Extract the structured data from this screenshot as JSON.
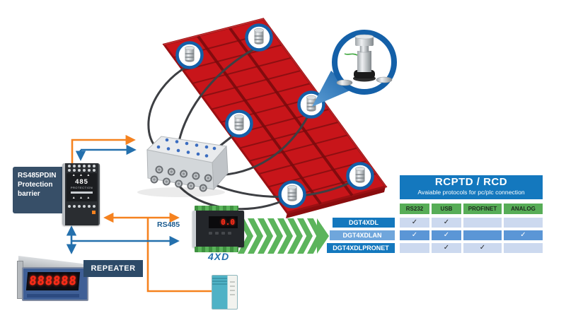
{
  "colors": {
    "accent_orange": "#f5821f",
    "accent_blue": "#2470ad",
    "badge_ring_blue": "#1460a8",
    "platform_red": "#c8151a",
    "chevron_green": "#5cb45c",
    "table_header_blue": "#1478be",
    "table_green": "#57ad57",
    "row_light": "#ccd9ef",
    "row_mid": "#5b96d6",
    "callout_slate": "#374f68"
  },
  "callout": {
    "line1": "RS485PDIN",
    "line2": "Protection",
    "line3": "barrier"
  },
  "barrier": {
    "model": "485",
    "sub": "PROTECTION",
    "marks": "▲ ▲ ▲"
  },
  "bus": {
    "label": "RS485"
  },
  "repeater": {
    "label": "REPEATER",
    "display": "888888"
  },
  "indicator": {
    "display": "0.0",
    "label": "4XD"
  },
  "table": {
    "title": "RCPTD / RCD",
    "subtitle": "Avaiable protocols for pc/plc connection",
    "columns": [
      "RS232",
      "USB",
      "PROFINET",
      "ANALOG"
    ],
    "rows": [
      {
        "label": "DGT4XDL",
        "checks": [
          "✓",
          "✓",
          "",
          ""
        ]
      },
      {
        "label": "DGT4XDLAN",
        "checks": [
          "✓",
          "✓",
          "",
          "✓"
        ]
      },
      {
        "label": "DGT4XDLPRONET",
        "checks": [
          "",
          "✓",
          "✓",
          ""
        ]
      }
    ]
  }
}
